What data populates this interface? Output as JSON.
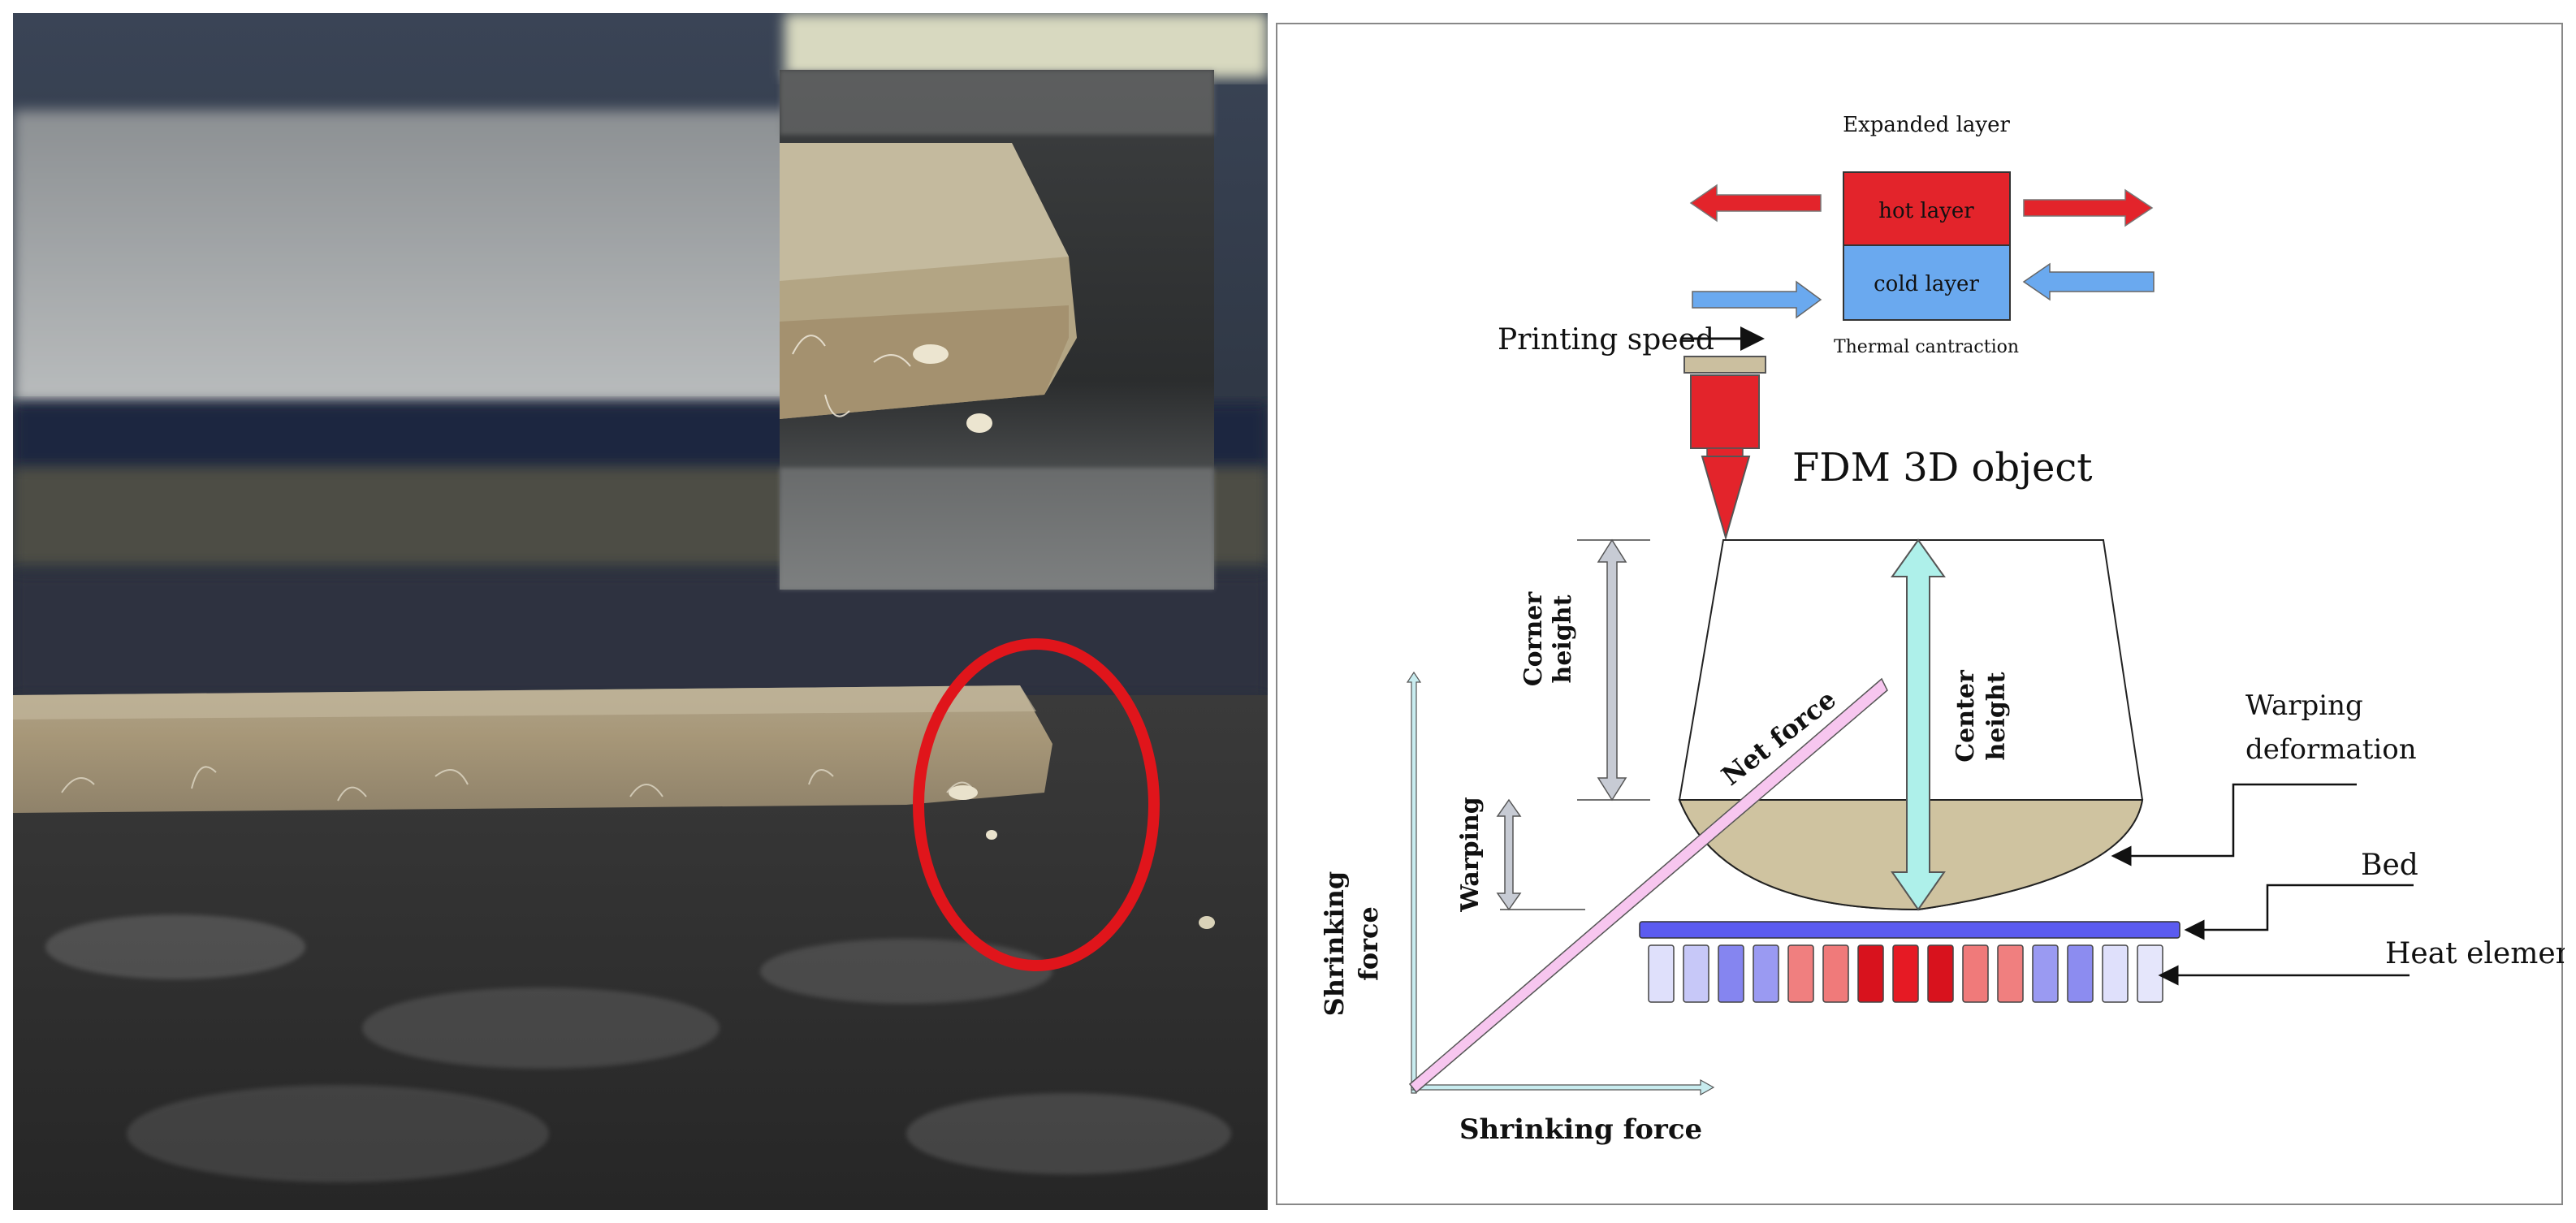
{
  "photo": {
    "description_label": "photo-of-warped-print"
  },
  "diagram": {
    "expanded_layer": "Expanded layer",
    "hot_layer": "hot layer",
    "cold_layer": "cold layer",
    "thermal_contraction": "Thermal cantraction",
    "printing_speed": "Printing speed",
    "fdm_object": "FDM 3D object",
    "corner_height": [
      "Corner",
      "height"
    ],
    "center_height": [
      "Center",
      "height"
    ],
    "warping": "Warping",
    "net_force": "Net force",
    "warping_deformation": [
      "Warping",
      "deformation"
    ],
    "bed": "Bed",
    "heat_element": "Heat element",
    "shrinking_force_vertical": [
      "Shrinking",
      "force"
    ],
    "shrinking_force_horizontal": "Shrinking force"
  },
  "colors": {
    "hot": "#e3242b",
    "cold": "#6aa9ef",
    "bed": "#5b5bf0",
    "cyan_arrow": "#aef0ea",
    "grey_arrow": "#c7cbd4",
    "pink_arrow": "#f7c6ef",
    "object_fill": "#cfc3a0",
    "heat_cells": [
      "#dfe0fb",
      "#c7c8f8",
      "#8585f0",
      "#9a9af2",
      "#f07f7f",
      "#f07a7a",
      "#d8121d",
      "#e61a24",
      "#d8121d",
      "#f07a7a",
      "#f07f7f",
      "#9a9af2",
      "#8c8cf0",
      "#dfe0fb",
      "#e5e6fb"
    ]
  }
}
